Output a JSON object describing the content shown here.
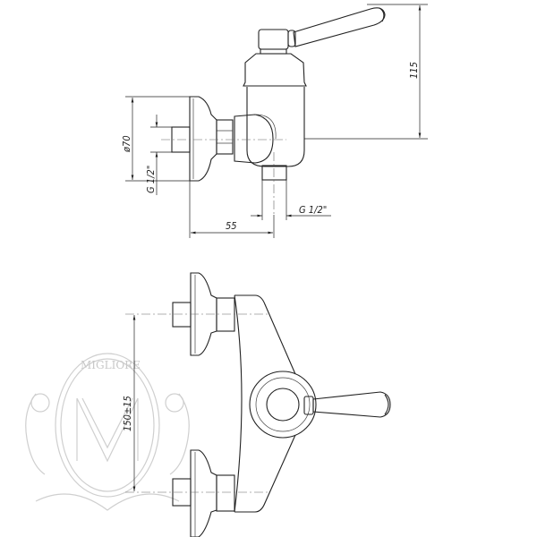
{
  "drawing": {
    "dimensions": {
      "height_top": "115",
      "flange_diameter": "ø70",
      "inlet_thread": "G 1/2\"",
      "outlet_thread": "G 1/2\"",
      "projection": "55",
      "center_distance": "150±15"
    },
    "watermark": {
      "brand": "MIGLIORE",
      "monogram": "M"
    },
    "colors": {
      "line": "#222222",
      "watermark": "#c8c8c8"
    }
  }
}
